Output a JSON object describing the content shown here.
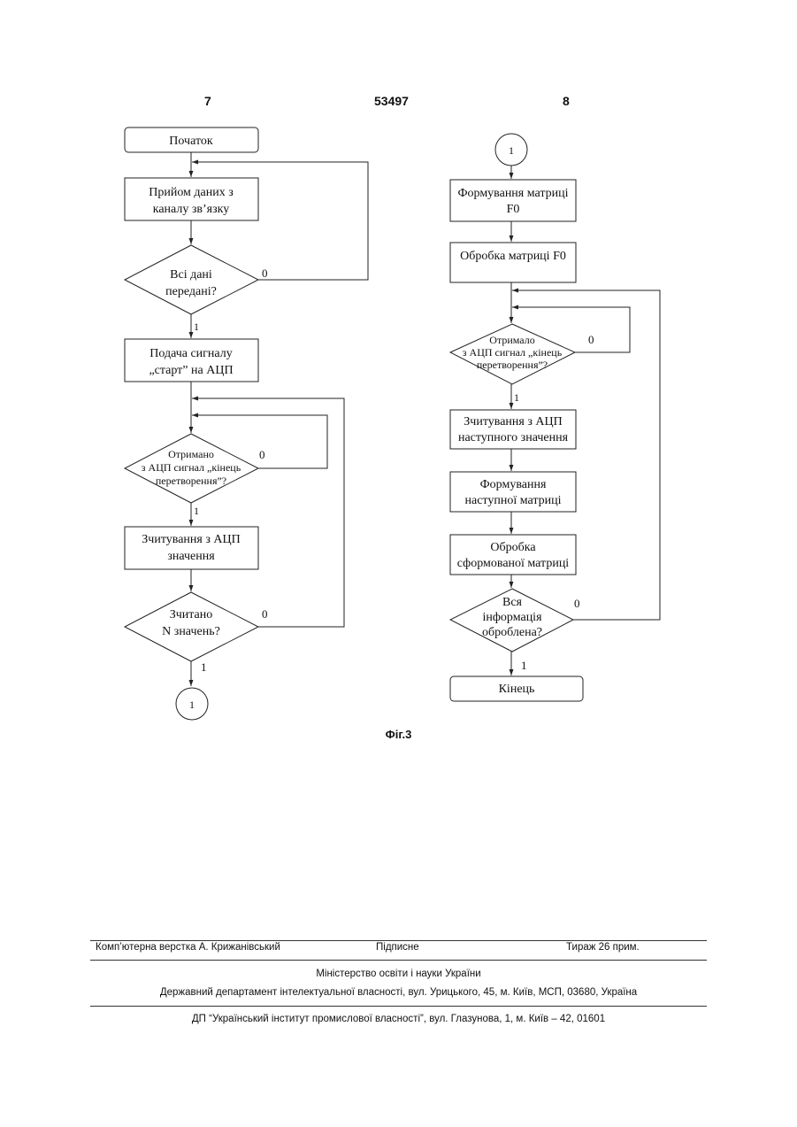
{
  "header": {
    "left_page": "7",
    "patent_number": "53497",
    "right_page": "8"
  },
  "flowchart_left": {
    "start": "Початок",
    "receive": [
      "Прийом даних з",
      "каналу зв’язку"
    ],
    "all_sent": [
      "Всі дані",
      "передані?"
    ],
    "all_sent_no": "0",
    "all_sent_yes": "1",
    "signal": [
      "Подача сигналу",
      "„старт” на АЦП"
    ],
    "received": [
      "Отримано",
      "з АЦП сигнал „кінець",
      "перетворення”?"
    ],
    "received_no": "0",
    "received_yes": "1",
    "read": [
      "Зчитування з АЦП",
      "значення"
    ],
    "n_read": [
      "Зчитано",
      "N значень?"
    ],
    "n_read_no": "0",
    "n_read_yes": "1",
    "connector": "1"
  },
  "flowchart_right": {
    "connector": "1",
    "form_f0": [
      "Формування матриці",
      "F0"
    ],
    "process_f0": "Обробка матриці F0",
    "received": [
      "Отримало",
      "з АЦП сигнал „кінець",
      "перетворення”?"
    ],
    "received_no": "0",
    "received_yes": "1",
    "read_next": [
      "Зчитування з АЦП",
      "наступного значення"
    ],
    "form_next": [
      "Формування",
      "наступної матриці"
    ],
    "process_formed": [
      "Обробка",
      "сформованої матриці"
    ],
    "all_processed": [
      "Вся",
      "інформація",
      "оброблена?"
    ],
    "all_processed_no": "0",
    "all_processed_yes": "1",
    "end": "Кінець"
  },
  "caption": "Фіг.3",
  "footer": {
    "layout": "Комп’ютерна верстка А. Крижанівський",
    "signed": "Підписне",
    "print_run": "Тираж 26 прим.",
    "ministry": "Міністерство освіти і науки України",
    "department": "Державний департамент інтелектуальної власності, вул. Урицького, 45, м. Київ, МСП, 03680, Україна",
    "institute": "ДП “Український інститут промислової власності”, вул. Глазунова, 1, м. Київ – 42, 01601"
  }
}
